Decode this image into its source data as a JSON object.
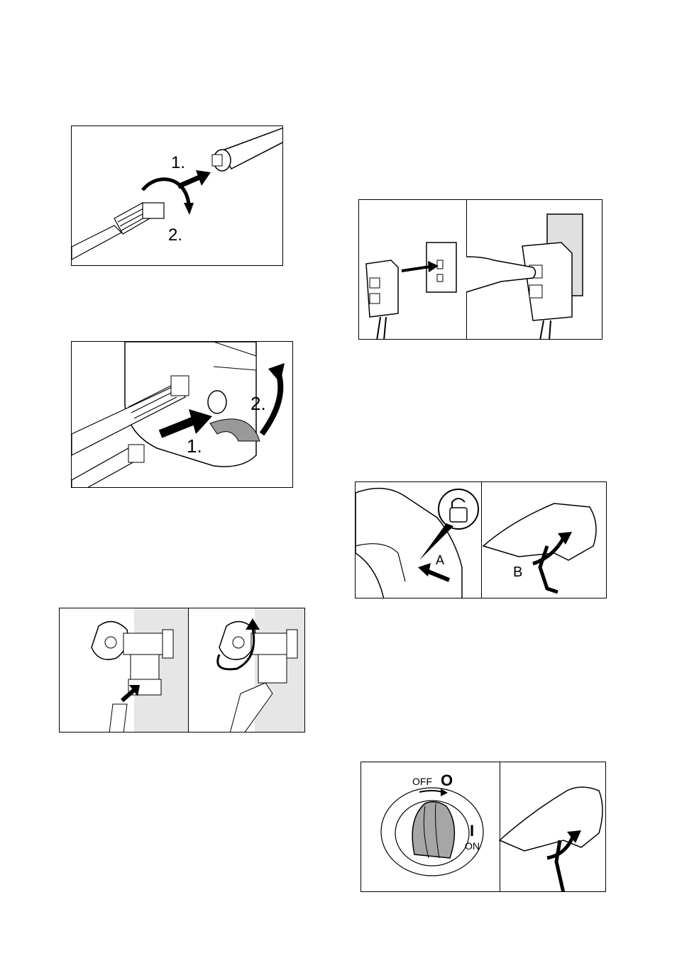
{
  "figures": {
    "lance": {
      "step1": "1.",
      "step2": "2."
    },
    "pump": {
      "step1": "1.",
      "step2": "2."
    },
    "faucet": {},
    "gfci": {},
    "trigger": {
      "label_a": "A",
      "label_b": "B"
    },
    "switch": {
      "off_text": "OFF",
      "off_symbol": "O",
      "on_symbol": "I",
      "on_text": "ON"
    }
  }
}
